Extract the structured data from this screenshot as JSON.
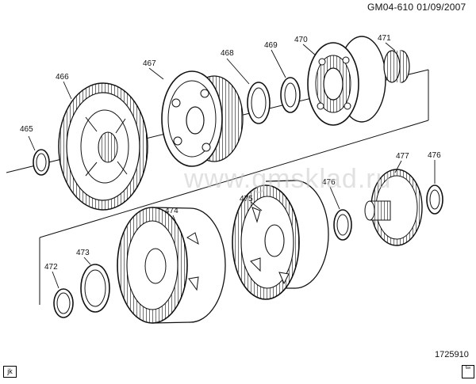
{
  "header": {
    "document_code": "GM04-610",
    "date": "01/09/2007"
  },
  "footer": {
    "figure_number": "1725910",
    "initials_tag": "jk",
    "fav_icon_label": "fav"
  },
  "watermark": "www.gmsklad.ru",
  "callouts": {
    "p465": "465",
    "p466": "466",
    "p467": "467",
    "p468": "468",
    "p469": "469",
    "p470": "470",
    "p471": "471",
    "p472": "472",
    "p473": "473",
    "p474": "474",
    "p475": "475",
    "p476a": "476",
    "p476b": "476",
    "p477": "477"
  }
}
